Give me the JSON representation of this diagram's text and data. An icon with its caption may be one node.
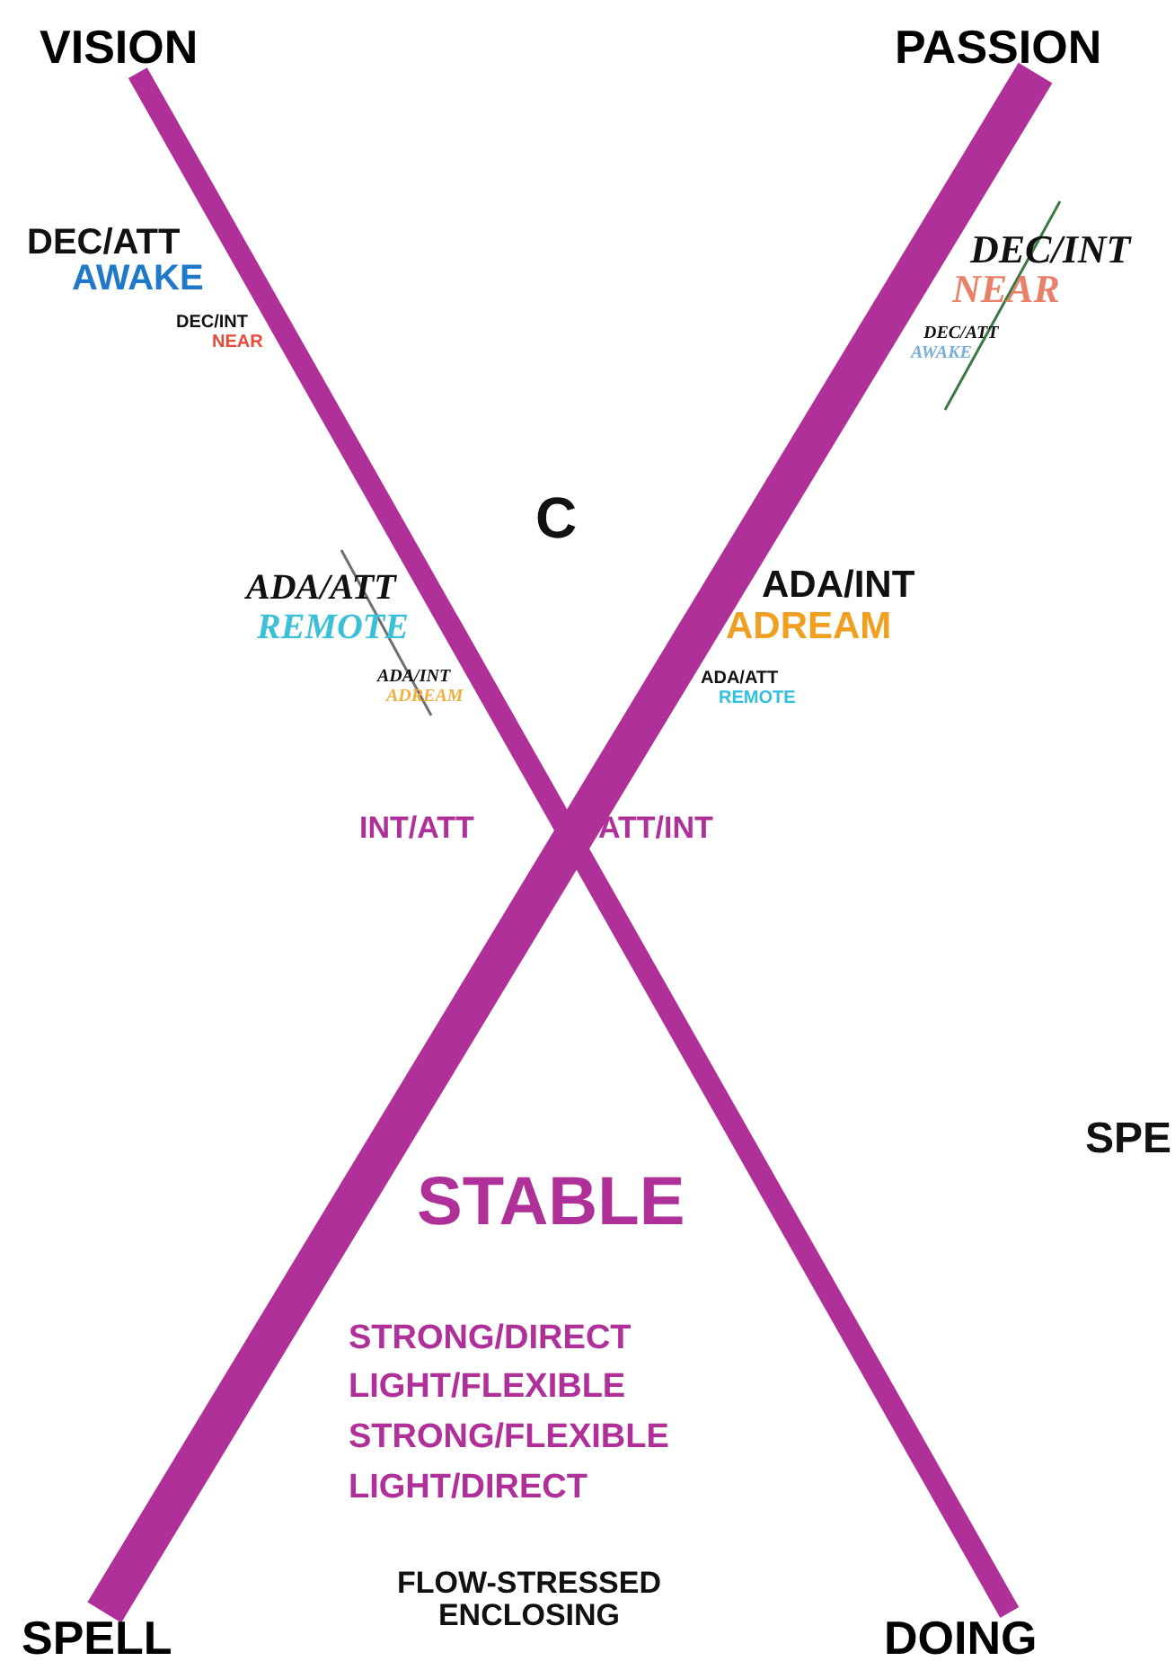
{
  "diagram": {
    "nodes": [
      {
        "text": [
          "VISION"
        ]
      },
      {
        "text": [
          "PASSION"
        ]
      },
      {
        "text": [
          "SPELL"
        ]
      },
      {
        "text": [
          "DOING"
        ]
      }
    ],
    "edges": [
      {
        "from": 0,
        "to": 3,
        "arrow": "none"
      },
      {
        "from": 1,
        "to": 2,
        "arrow": "none",
        "style": "thick"
      }
    ],
    "labels": [
      "DEC/ATT",
      "AWAKE",
      "DEC/INT",
      "NEAR",
      "DEC/INT",
      "NEAR",
      "DEC/ATT",
      "AWAKE",
      "C",
      "ADA/ATT",
      "REMOTE",
      "ADA/INT",
      "ADREAM",
      "ADA/INT",
      "ADREAM",
      "ADA/ATT",
      "REMOTE",
      "INT/ATT",
      "ATT/INT",
      "SPE",
      "STABLE",
      "STRONG/DIRECT",
      "LIGHT/FLEXIBLE",
      "STRONG/FLEXIBLE",
      "LIGHT/DIRECT",
      "FLOW-STRESSED ENCLOSING"
    ]
  }
}
